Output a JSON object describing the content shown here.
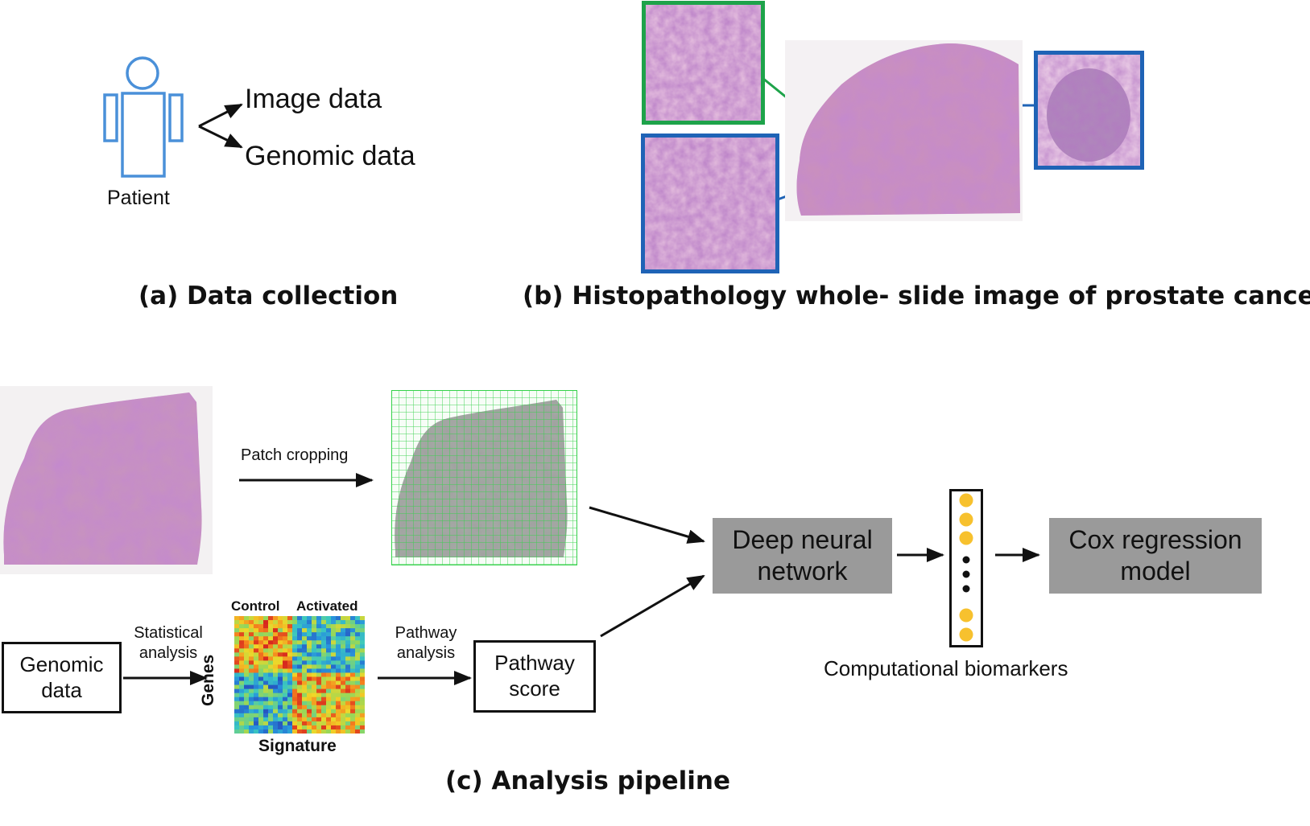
{
  "panel_a": {
    "patient_label": "Patient",
    "output_top": "Image data",
    "output_bottom": "Genomic data",
    "caption": "(a) Data collection"
  },
  "panel_b": {
    "caption": "(b) Histopathology whole- slide image of prostate cancer"
  },
  "panel_c": {
    "patch_cropping": "Patch cropping",
    "genomic_box": [
      "Genomic",
      "data"
    ],
    "statistical": [
      "Statistical",
      "analysis"
    ],
    "heatmap_control": "Control",
    "heatmap_activated": "Activated",
    "heatmap_genes": "Genes",
    "heatmap_signature": "Signature",
    "pathway_analysis": [
      "Pathway",
      "analysis"
    ],
    "pathway_box": [
      "Pathway",
      "score"
    ],
    "dnn_box": [
      "Deep neural",
      "network"
    ],
    "cox_box": [
      "Cox regression",
      "model"
    ],
    "biomarkers": "Computational biomarkers",
    "caption": "(c) Analysis pipeline"
  },
  "colors": {
    "patient_icon": "#4a90d9",
    "green_inset": "#1ea34a",
    "blue_inset": "#1f63b6",
    "node_fill": "#f7c12e",
    "box_gray": "#9a9a9a"
  }
}
